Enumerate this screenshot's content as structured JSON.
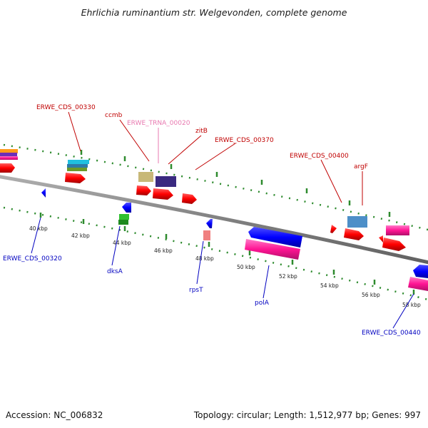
{
  "title": "Ehrlichia ruminantium str. Welgevonden, complete genome",
  "footer": {
    "accession": "Accession: NC_006832",
    "summary": "Topology: circular; Length: 1,512,977 bp; Genes: 997"
  },
  "colors": {
    "forward_label": "#c00000",
    "reverse_label": "#0000c0",
    "trna_label": "#e879b0",
    "backbone": "#8a8a8a",
    "tick": "#2e8b2e",
    "cds_forward": "#ff0000",
    "cds_reverse": "#0000ff"
  },
  "position_ticks": [
    "40 kbp",
    "42 kbp",
    "44 kbp",
    "46 kbp",
    "48 kbp",
    "50 kbp",
    "52 kbp",
    "54 kbp",
    "56 kbp",
    "58 kbp"
  ],
  "forward_labels": [
    "ERWE_CDS_00330",
    "ccmb",
    "ERWE_TRNA_00020",
    "zitB",
    "ERWE_CDS_00370",
    "ERWE_CDS_00400",
    "argF"
  ],
  "reverse_labels": [
    "ERWE_CDS_00320",
    "dksA",
    "rpsT",
    "polA",
    "ERWE_CDS_00440"
  ]
}
